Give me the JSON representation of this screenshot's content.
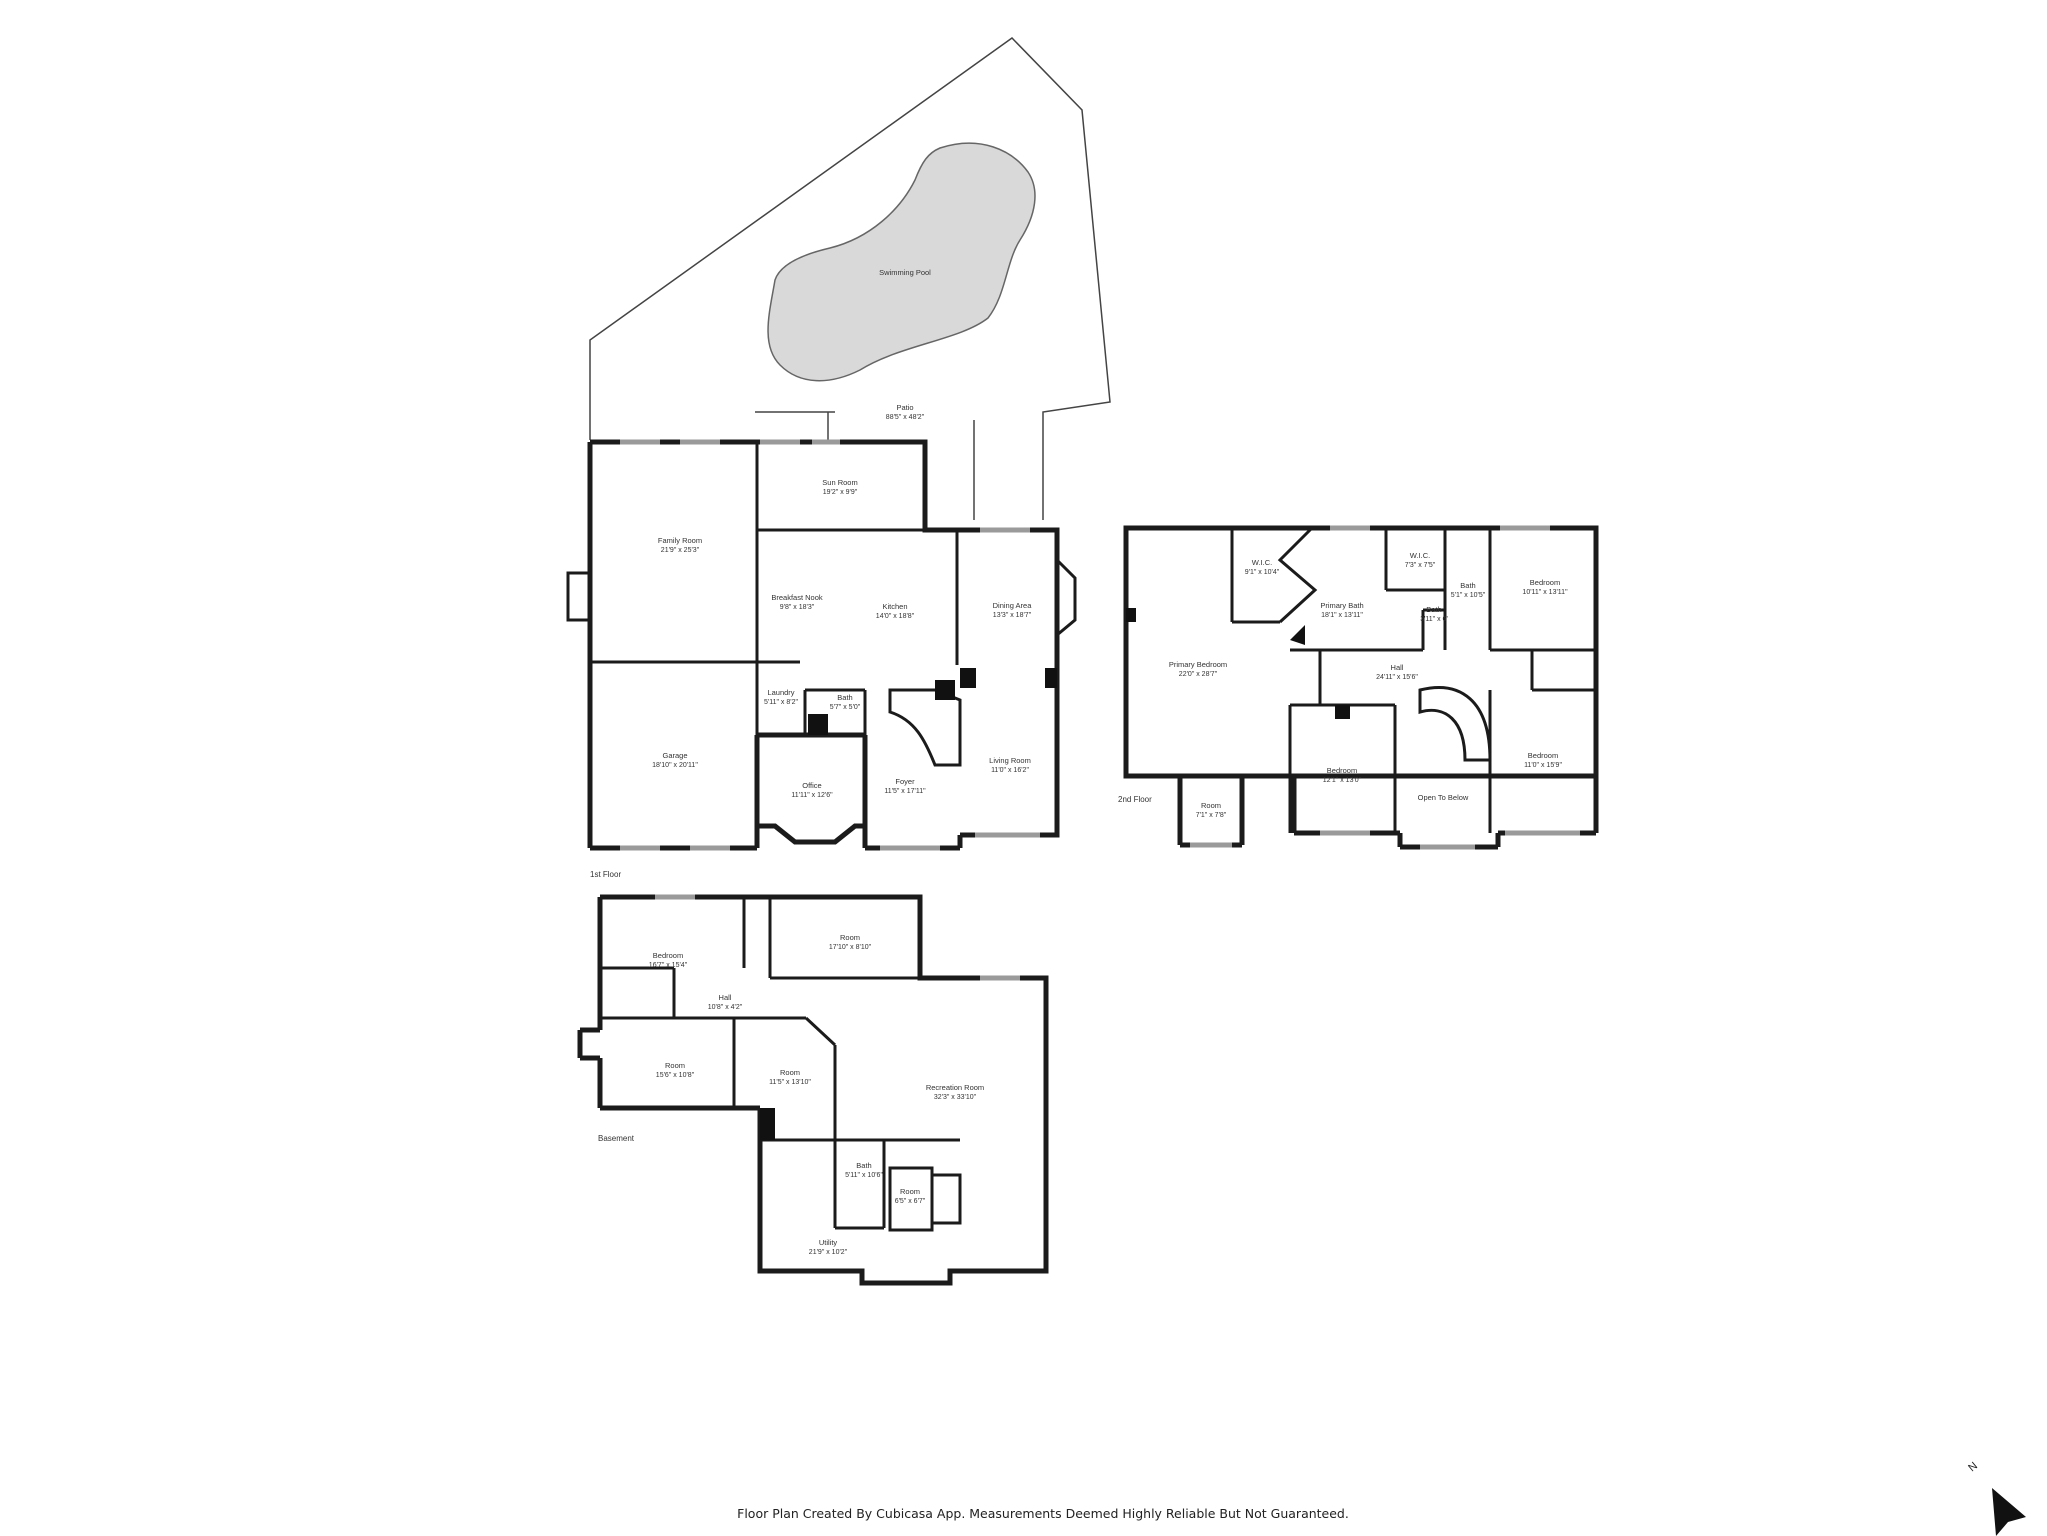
{
  "floors": {
    "first": {
      "label": "1st Floor",
      "rooms": [
        {
          "key": "patio",
          "name": "Patio",
          "dims": "88'5\" x 48'2\""
        },
        {
          "key": "pool",
          "name": "Swimming Pool",
          "dims": ""
        },
        {
          "key": "sun",
          "name": "Sun Room",
          "dims": "19'2\" x 9'9\""
        },
        {
          "key": "family",
          "name": "Family Room",
          "dims": "21'9\" x 25'3\""
        },
        {
          "key": "nook",
          "name": "Breakfast Nook",
          "dims": "9'8\" x 18'3\""
        },
        {
          "key": "kitchen",
          "name": "Kitchen",
          "dims": "14'0\" x 18'8\""
        },
        {
          "key": "dining",
          "name": "Dining Area",
          "dims": "13'3\" x 18'7\""
        },
        {
          "key": "laundry",
          "name": "Laundry",
          "dims": "5'11\" x 8'2\""
        },
        {
          "key": "bath1",
          "name": "Bath",
          "dims": "5'7\" x 5'0\""
        },
        {
          "key": "garage",
          "name": "Garage",
          "dims": "18'10\" x 20'11\""
        },
        {
          "key": "office",
          "name": "Office",
          "dims": "11'11\" x 12'6\""
        },
        {
          "key": "foyer",
          "name": "Foyer",
          "dims": "11'5\" x 17'11\""
        },
        {
          "key": "living",
          "name": "Living Room",
          "dims": "11'0\" x 16'2\""
        }
      ]
    },
    "second": {
      "label": "2nd Floor",
      "rooms": [
        {
          "key": "wic1",
          "name": "W.I.C.",
          "dims": "9'1\" x 10'4\""
        },
        {
          "key": "wic2",
          "name": "W.I.C.",
          "dims": "7'3\" x 7'5\""
        },
        {
          "key": "pbath",
          "name": "Primary Bath",
          "dims": "18'1\" x 13'11\""
        },
        {
          "key": "bath2a",
          "name": "Bath",
          "dims": "5'1\" x 10'5\""
        },
        {
          "key": "bath2b",
          "name": "Bath",
          "dims": "3'11\" x 6'"
        },
        {
          "key": "bed2a",
          "name": "Bedroom",
          "dims": "10'11\" x 13'11\""
        },
        {
          "key": "pbed",
          "name": "Primary Bedroom",
          "dims": "22'0\" x 28'7\""
        },
        {
          "key": "hall2",
          "name": "Hall",
          "dims": "24'11\" x 15'6\""
        },
        {
          "key": "bed2b",
          "name": "Bedroom",
          "dims": "12'1\" x 13'0\""
        },
        {
          "key": "open",
          "name": "Open To Below",
          "dims": ""
        },
        {
          "key": "bed2c",
          "name": "Bedroom",
          "dims": "11'0\" x 15'9\""
        },
        {
          "key": "room2",
          "name": "Room",
          "dims": "7'1\" x 7'8\""
        }
      ]
    },
    "basement": {
      "label": "Basement",
      "rooms": [
        {
          "key": "bbed",
          "name": "Bedroom",
          "dims": "16'7\" x 15'4\""
        },
        {
          "key": "broom1",
          "name": "Room",
          "dims": "17'10\" x 8'10\""
        },
        {
          "key": "bhall",
          "name": "Hall",
          "dims": "10'8\" x 4'2\""
        },
        {
          "key": "broom2",
          "name": "Room",
          "dims": "15'6\" x 10'8\""
        },
        {
          "key": "broom3",
          "name": "Room",
          "dims": "11'5\" x 13'10\""
        },
        {
          "key": "rec",
          "name": "Recreation Room",
          "dims": "32'3\" x 33'10\""
        },
        {
          "key": "bbath",
          "name": "Bath",
          "dims": "5'11\" x 10'6\""
        },
        {
          "key": "broom4",
          "name": "Room",
          "dims": "6'5\" x 6'7\""
        },
        {
          "key": "util",
          "name": "Utility",
          "dims": "21'9\" x 10'2\""
        }
      ]
    }
  },
  "footer": "Floor Plan Created By Cubicasa App. Measurements Deemed Highly Reliable But Not Guaranteed.",
  "compass": {
    "label": "N",
    "icon": "north-arrow-icon"
  },
  "colors": {
    "wall": "#1b1b1b",
    "pool": "#d9d9d9",
    "window": "#9a9a9a"
  }
}
